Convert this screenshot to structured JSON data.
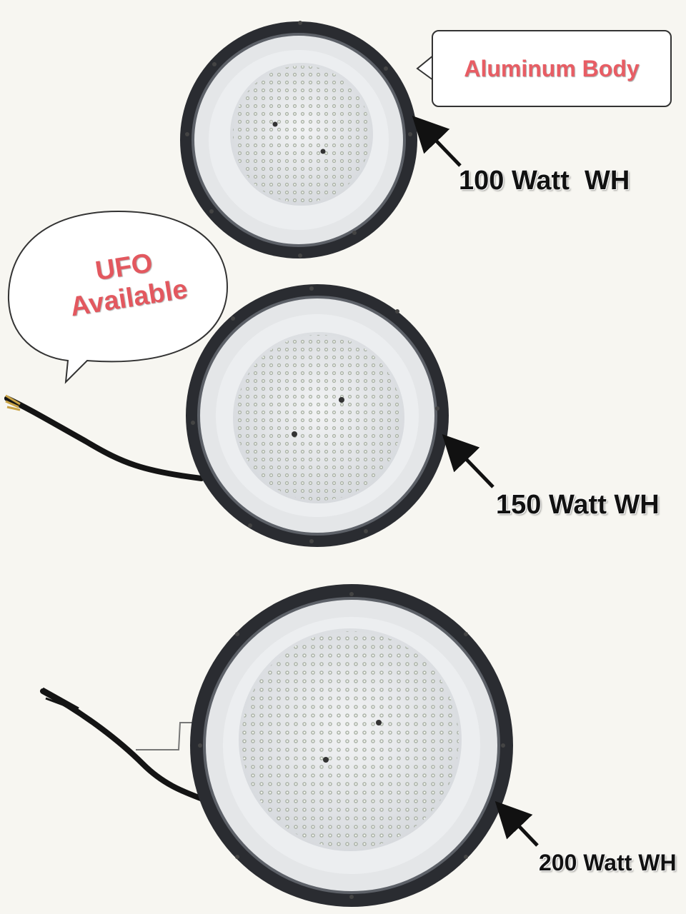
{
  "callouts": {
    "body": "Aluminum Body",
    "ufo_line1": "UFO",
    "ufo_line2": "Available"
  },
  "lights": [
    {
      "label": "100 Watt  WH",
      "icon": "ufo-led-highbay-light"
    },
    {
      "label": "150 Watt WH",
      "icon": "ufo-led-highbay-light"
    },
    {
      "label": "200 Watt WH",
      "icon": "ufo-led-highbay-light"
    }
  ],
  "colors": {
    "callout_text": "#e85d64",
    "label_text": "#111111",
    "housing": "#2a2c31",
    "led_panel": "#e6e8ea"
  }
}
